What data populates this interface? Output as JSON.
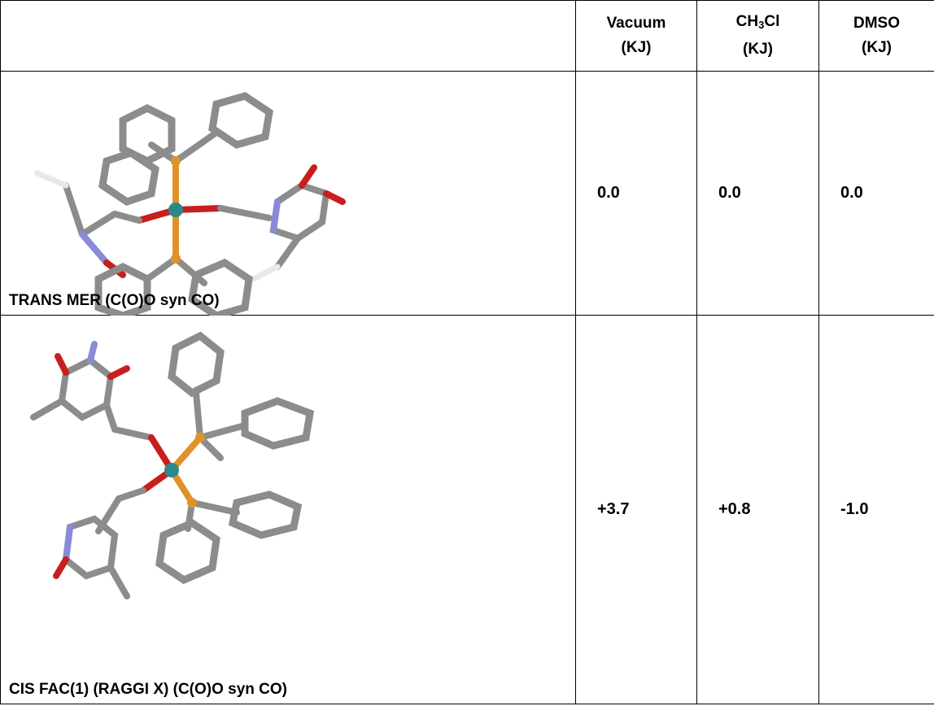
{
  "headers": {
    "empty": "",
    "vacuum": "Vacuum",
    "vacuum_unit": "(KJ)",
    "ch3cl_pre": "CH",
    "ch3cl_sub": "3",
    "ch3cl_post": "Cl",
    "ch3cl_unit": "(KJ)",
    "dmso": "DMSO",
    "dmso_unit": "(KJ)"
  },
  "rows": [
    {
      "label": "TRANS MER (C(O)O syn CO)",
      "vacuum": "0.0",
      "ch3cl": "0.0",
      "dmso": "0.0"
    },
    {
      "label": "CIS FAC(1) (RAGGI X) (C(O)O syn CO)",
      "vacuum": "+3.7",
      "ch3cl": "+0.8",
      "dmso": "-1.0"
    }
  ],
  "colors": {
    "carbon": "#8c8c8c",
    "hydrogen": "#e8e8e8",
    "oxygen": "#c81e1e",
    "nitrogen": "#8a8ad8",
    "phosphorus": "#e0922a",
    "metal": "#2a8a8a"
  }
}
